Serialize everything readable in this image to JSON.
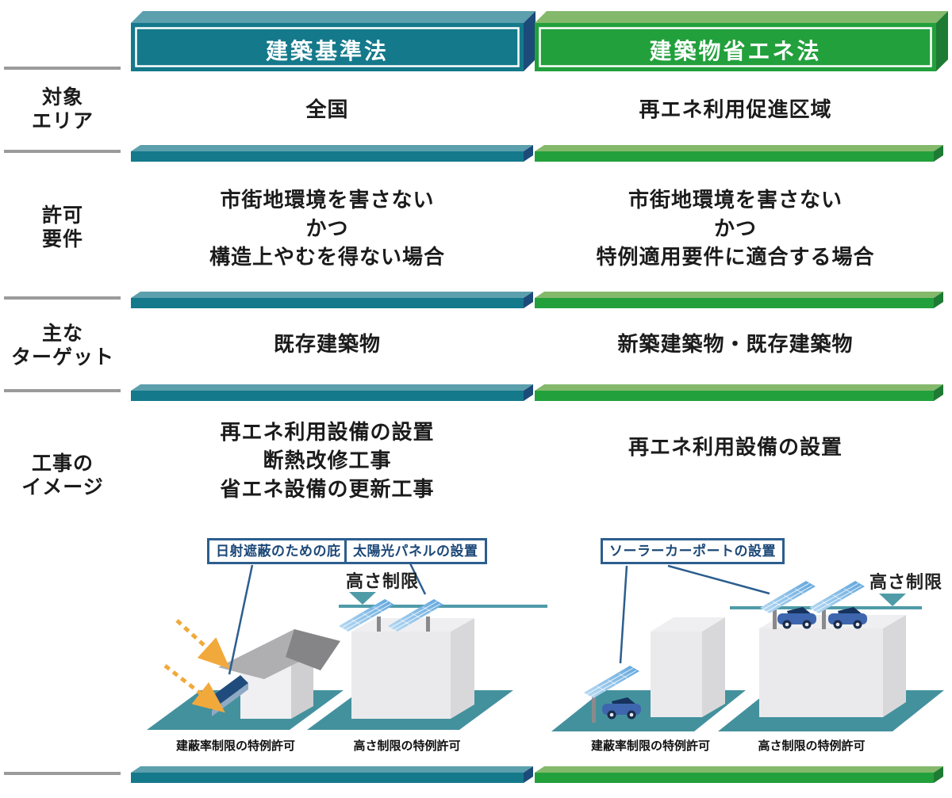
{
  "header": {
    "columns": [
      {
        "title": "建築基準法"
      },
      {
        "title": "建築物省エネ法"
      }
    ]
  },
  "rows": [
    {
      "label_lines": [
        "対象",
        "エリア"
      ],
      "left_lines": [
        "全国"
      ],
      "right_lines": [
        "再エネ利用促進区域"
      ]
    },
    {
      "label_lines": [
        "許可",
        "要件"
      ],
      "left_lines": [
        "市街地環境を害さない",
        "かつ",
        "構造上やむを得ない場合"
      ],
      "right_lines": [
        "市街地環境を害さない",
        "かつ",
        "特例適用要件に適合する場合"
      ]
    },
    {
      "label_lines": [
        "主な",
        "ターゲット"
      ],
      "left_lines": [
        "既存建築物"
      ],
      "right_lines": [
        "新築建築物・既存建築物"
      ]
    },
    {
      "label_lines": [
        "工事の",
        "イメージ"
      ],
      "left_lines": [
        "再エネ利用設備の設置",
        "断熱改修工事",
        "省エネ設備の更新工事"
      ],
      "right_lines": [
        "再エネ利用設備の設置"
      ]
    }
  ],
  "illustration": {
    "callouts": [
      {
        "label": "日射遮蔽のための庇"
      },
      {
        "label": "太陽光パネルの設置"
      },
      {
        "label": "ソーラーカーポートの設置"
      }
    ],
    "height_limit_label": "高さ制限",
    "captions": {
      "coverage": "建蔽率制限の特例許可",
      "height": "高さ制限の特例許可"
    },
    "icons": [
      "house-with-sun-shading-eaves-icon",
      "rooftop-solar-panel-building-icon",
      "ground-solar-carport-with-car-icon",
      "rooftop-solar-carport-with-cars-icon"
    ]
  },
  "colors": {
    "teal_front": "#14798B",
    "teal_top": "#5C9FAD",
    "teal_side": "#1C4B7A",
    "green_front": "#22A03C",
    "green_top": "#84B96B",
    "green_side": "#1E7B33",
    "ground_teal": "#44919E",
    "height_line_teal": "#4F9BA8",
    "callout_blue": "#2C5E8E",
    "sun_orange": "#F2A93B",
    "gray_rule": "#9B9B9B"
  }
}
